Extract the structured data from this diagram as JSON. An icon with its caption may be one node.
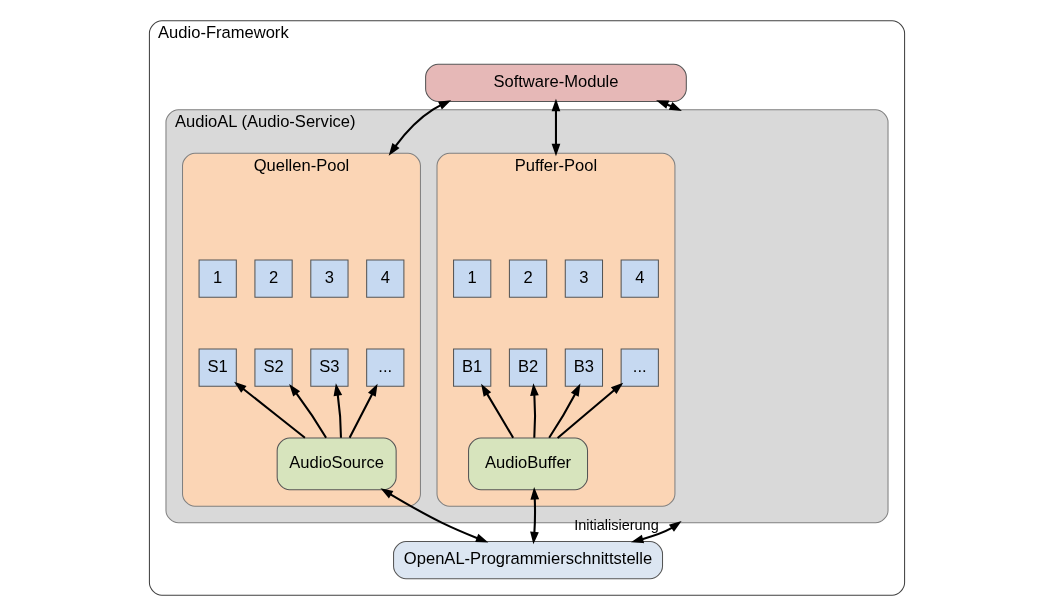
{
  "diagram": {
    "nodes": [
      {
        "text": [
          "Audio-Framework"
        ]
      },
      {
        "text": [
          "Software-Module"
        ],
        "in": 0
      },
      {
        "text": [
          "AudioAL (Audio-Service)"
        ],
        "in": 0
      },
      {
        "text": [
          "Puffer-Pool"
        ],
        "in": 2
      },
      {
        "text": [
          "1"
        ],
        "in": 3
      },
      {
        "text": [
          "2"
        ],
        "in": 3
      },
      {
        "text": [
          "3"
        ],
        "in": 3
      },
      {
        "text": [
          "4"
        ],
        "in": 3
      },
      {
        "text": [
          "B1"
        ],
        "in": 3
      },
      {
        "text": [
          "B2"
        ],
        "in": 3
      },
      {
        "text": [
          "B3"
        ],
        "in": 3
      },
      {
        "text": [
          "..."
        ],
        "in": 3
      },
      {
        "text": [
          "AudioBuffer"
        ],
        "in": 3
      },
      {
        "text": [
          "Quellen-Pool"
        ],
        "in": 2
      },
      {
        "text": [
          "1"
        ],
        "in": 13
      },
      {
        "text": [
          "2"
        ],
        "in": 13
      },
      {
        "text": [
          "3"
        ],
        "in": 13
      },
      {
        "text": [
          "4"
        ],
        "in": 13
      },
      {
        "text": [
          "S1"
        ],
        "in": 13
      },
      {
        "text": [
          "S2"
        ],
        "in": 13
      },
      {
        "text": [
          "S3"
        ],
        "in": 13
      },
      {
        "text": [
          "..."
        ],
        "in": 13
      },
      {
        "text": [
          "AudioSource"
        ],
        "in": 13
      },
      {
        "text": [
          "OpenAL-Programmierschnittstelle"
        ],
        "in": 0
      }
    ],
    "edges": [
      {
        "from": 1,
        "to": 2,
        "arrow": "both"
      },
      {
        "from": 1,
        "to": 3,
        "arrow": "both"
      },
      {
        "from": 1,
        "to": 13,
        "arrow": "both"
      },
      {
        "from": 12,
        "to": 8,
        "arrow": "to"
      },
      {
        "from": 12,
        "to": 9,
        "arrow": "to"
      },
      {
        "from": 12,
        "to": 10,
        "arrow": "to"
      },
      {
        "from": 12,
        "to": 11,
        "arrow": "to"
      },
      {
        "from": 22,
        "to": 18,
        "arrow": "to"
      },
      {
        "from": 22,
        "to": 19,
        "arrow": "to"
      },
      {
        "from": 22,
        "to": 20,
        "arrow": "to"
      },
      {
        "from": 22,
        "to": 21,
        "arrow": "to"
      },
      {
        "from": 2,
        "to": 23,
        "arrow": "both",
        "label": "Initialisierung"
      },
      {
        "from": 12,
        "to": 23,
        "arrow": "both"
      },
      {
        "from": 22,
        "to": 23,
        "arrow": "both"
      }
    ]
  }
}
